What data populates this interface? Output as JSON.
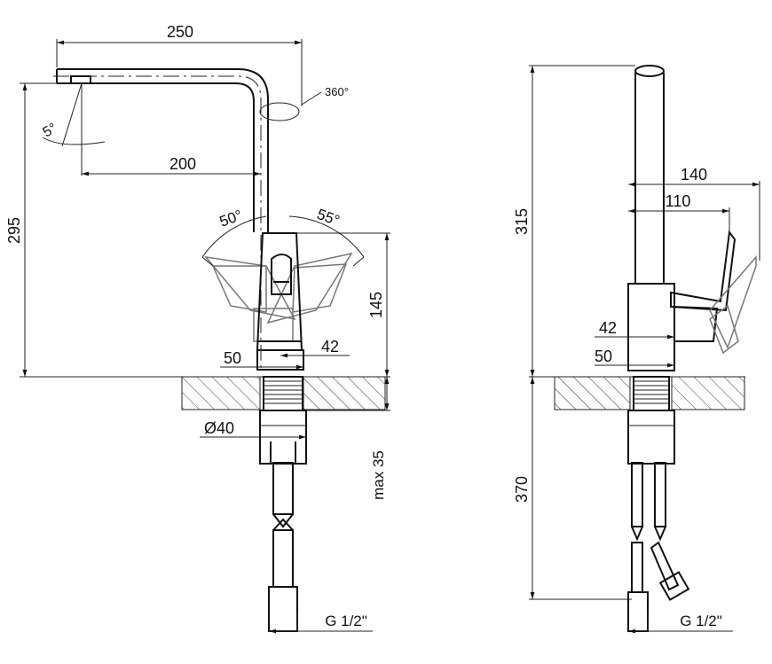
{
  "front_view": {
    "dims": {
      "spout_reach": "250",
      "swivel": "360°",
      "spout_tilt": "5°",
      "spout_to_axis": "200",
      "total_height": "295",
      "lever_left": "50°",
      "lever_right": "55°",
      "body_height": "145",
      "body_top": "42",
      "body_base": "50",
      "shank_diameter": "Ø40",
      "max_thickness": "max 35",
      "thread": "G 1/2\""
    }
  },
  "side_view": {
    "dims": {
      "height": "315",
      "lever_reach": "140",
      "lever_reach_inner": "110",
      "body_top": "42",
      "body_base": "50",
      "under_length": "370",
      "thread": "G 1/2\""
    }
  },
  "colors": {
    "line": "#111111",
    "ghost": "#777777",
    "hatch": "#333333"
  }
}
